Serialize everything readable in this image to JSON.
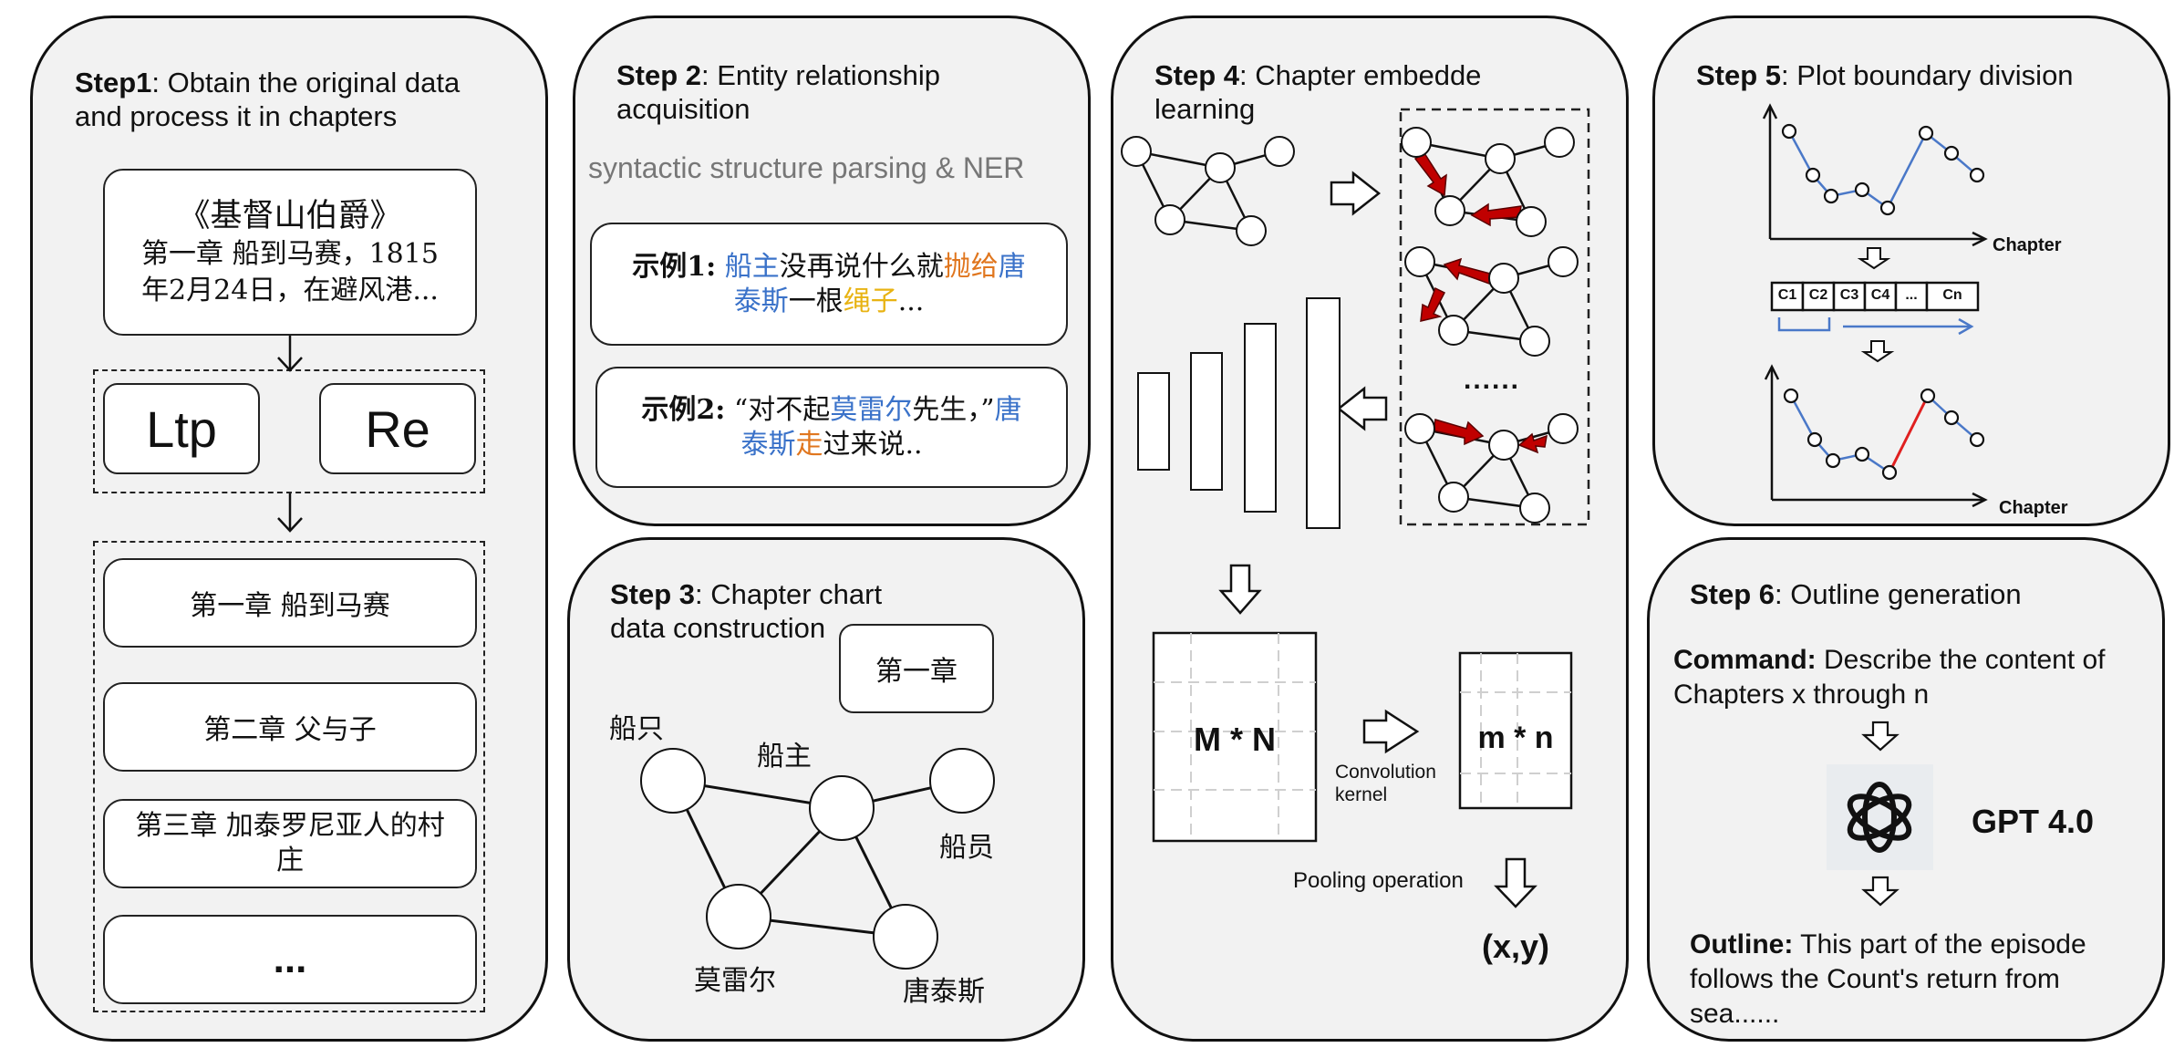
{
  "step1": {
    "title_bold": "Step1",
    "title_rest": ": Obtain the original data and process it in chapters",
    "book_title": "《基督山伯爵》",
    "book_text": "第一章 船到马赛，1815年2月24日，在避风港...",
    "tool_a": "Ltp",
    "tool_b": "Re",
    "chapters": [
      "第一章 船到马赛",
      "第二章 父与子",
      "第三章 加泰罗尼亚人的村庄",
      "..."
    ]
  },
  "step2": {
    "title_bold": "Step 2",
    "title_rest": ": Entity relationship acquisition",
    "subtitle": "syntactic structure parsing & NER",
    "ex1": {
      "label": "示例1:",
      "p1": "船主",
      "p2": "没再说什么就",
      "p3": "抛给",
      "p4": "唐泰斯",
      "p5": "一根",
      "p6": "绳子",
      "p7": "..."
    },
    "ex2": {
      "label": "示例2:",
      "p1": "“对不起",
      "p2": "莫雷尔",
      "p3": "先生，”",
      "p4": "唐泰斯",
      "p5": "走",
      "p6": "过来说.."
    }
  },
  "step3": {
    "title_bold": "Step 3",
    "title_rest": ": Chapter chart data construction",
    "chapter_tag": "第一章",
    "nodes": [
      "船只",
      "船主",
      "船员",
      "莫雷尔",
      "唐泰斯"
    ]
  },
  "step4": {
    "title_bold": "Step 4",
    "title_rest": ": Chapter embedde learning",
    "ellipsis": "......",
    "big_matrix": "M * N",
    "small_matrix": "m * n",
    "conv_label": "Convolution kernel",
    "pool_label": "Pooling operation",
    "output": "(x,y)"
  },
  "step5": {
    "title_bold": "Step 5",
    "title_rest": ": Plot boundary division",
    "axis_label": "Chapter",
    "cells": [
      "C1",
      "C2",
      "C3",
      "C4",
      "...",
      "Cn"
    ]
  },
  "step6": {
    "title_bold": "Step 6",
    "title_rest": ": Outline generation",
    "command_bold": "Command:",
    "command_rest": " Describe the content of Chapters x through n",
    "model": "GPT 4.0",
    "outline_bold": "Outline:",
    "outline_rest": " This part of the episode follows the Count's return from sea......"
  },
  "colors": {
    "entity_blue": "#3a72c9",
    "action_orange": "#e0761e",
    "object_yellow": "#e8b313",
    "arrow_red": "#c00000",
    "line_red": "#e02020",
    "line_blue": "#4a78c8"
  }
}
